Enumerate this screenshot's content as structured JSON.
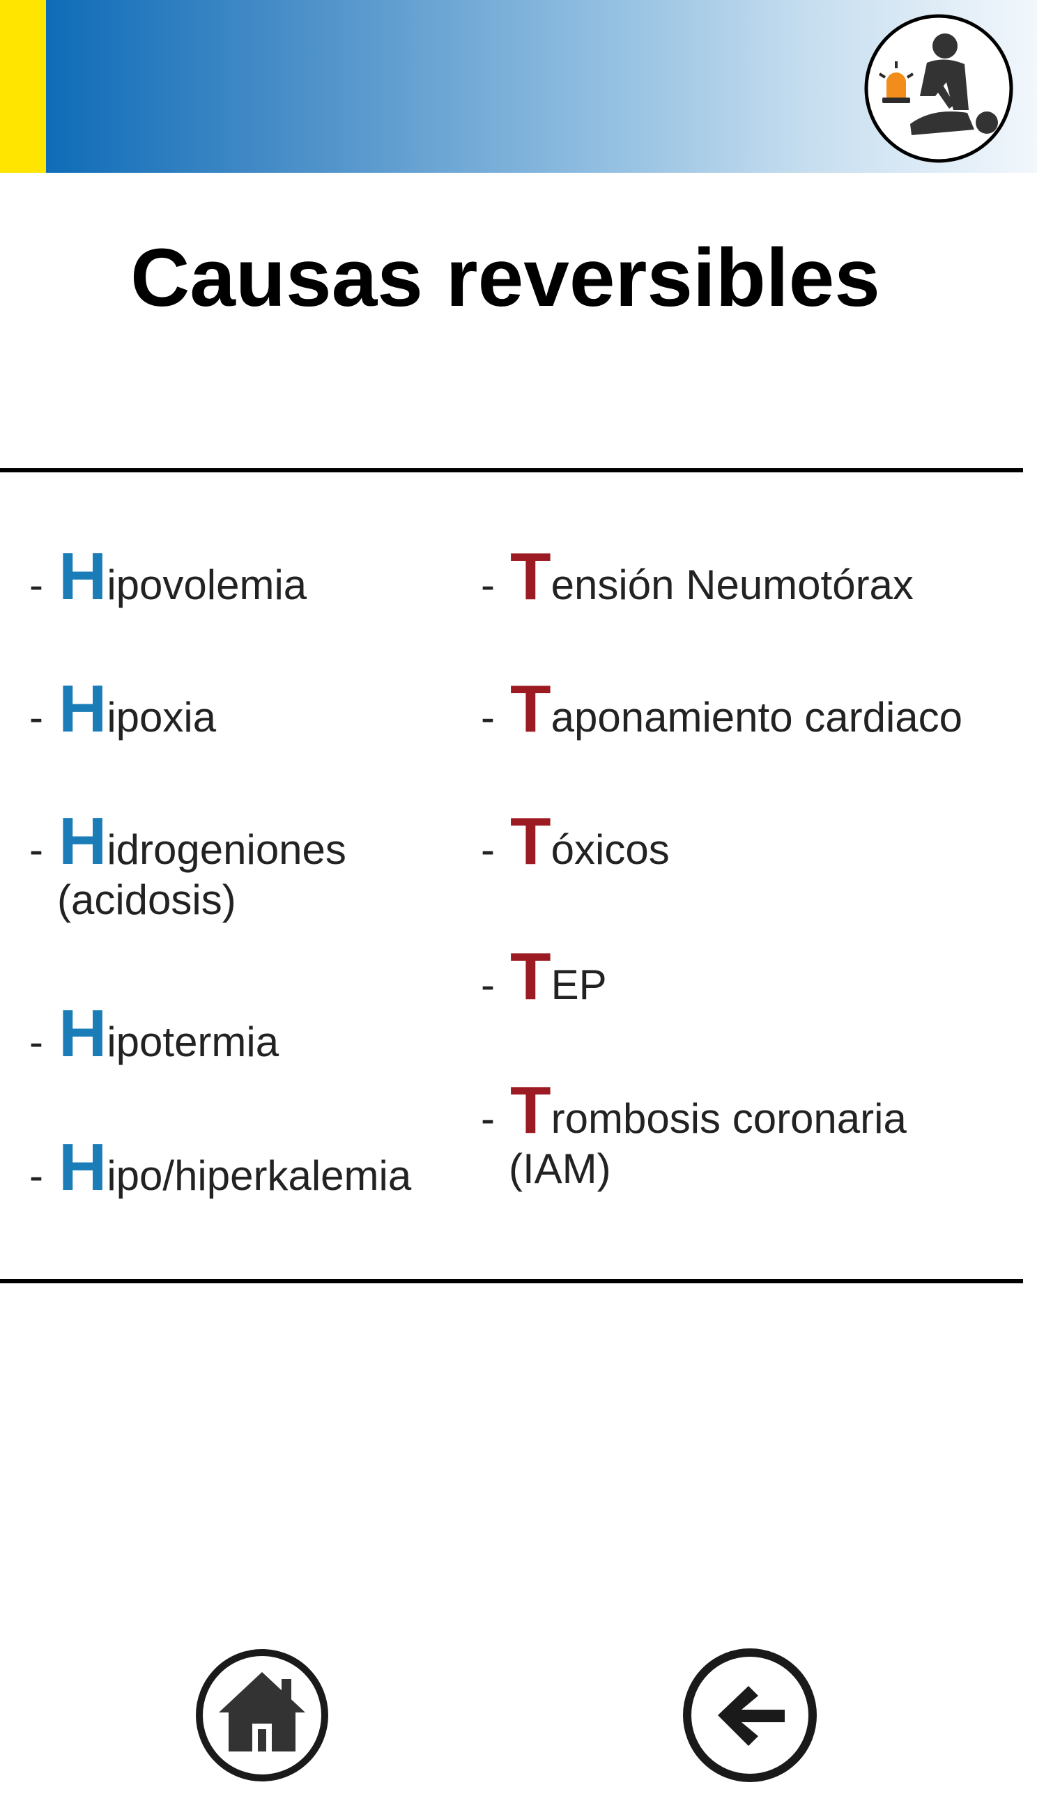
{
  "header": {
    "logo_icon": "cpr-alarm-icon",
    "accent_yellow": "#ffe500",
    "gradient_start": "#0f6cb8"
  },
  "title": "Causas reversibles",
  "h_causes": [
    {
      "dash": "-",
      "letter": "H",
      "rest": "ipovolemia",
      "continuation": ""
    },
    {
      "dash": "-",
      "letter": "H",
      "rest": "ipoxia",
      "continuation": ""
    },
    {
      "dash": "-",
      "letter": "H",
      "rest": "idrogeniones",
      "continuation": "(acidosis)"
    },
    {
      "dash": "-",
      "letter": "H",
      "rest": "ipotermia",
      "continuation": ""
    },
    {
      "dash": "-",
      "letter": "H",
      "rest": "ipo/hiperkalemia",
      "continuation": ""
    }
  ],
  "t_causes": [
    {
      "dash": "-",
      "letter": "T",
      "rest": "ensión Neumotórax",
      "continuation": ""
    },
    {
      "dash": "-",
      "letter": "T",
      "rest": "aponamiento cardiaco",
      "continuation": ""
    },
    {
      "dash": "-",
      "letter": "T",
      "rest": "óxicos",
      "continuation": ""
    },
    {
      "dash": "-",
      "letter": "T",
      "rest": "EP",
      "continuation": ""
    },
    {
      "dash": "-",
      "letter": "T",
      "rest": "rombosis coronaria",
      "continuation": "(IAM)"
    }
  ],
  "colors": {
    "h_letter": "#1a7db8",
    "t_letter": "#9c1b22"
  },
  "nav": {
    "home_icon": "home-icon",
    "back_icon": "arrow-left-icon"
  }
}
